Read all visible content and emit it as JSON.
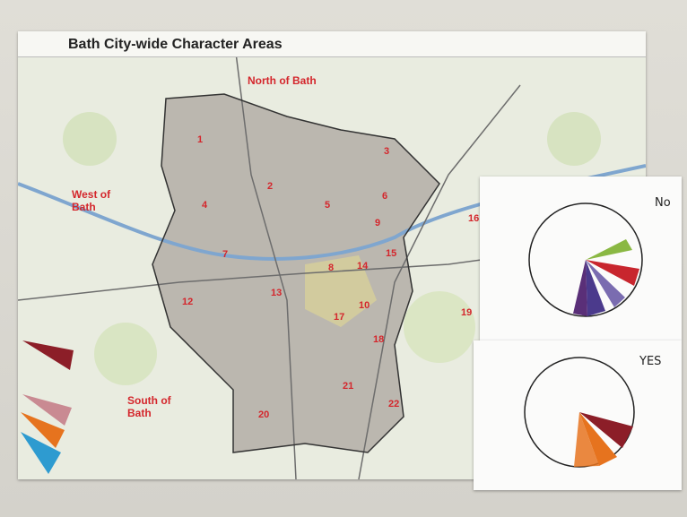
{
  "map": {
    "title": "Bath City-wide Character Areas",
    "regions": {
      "north": "North of Bath",
      "west_line1": "West of",
      "west_line2": "Bath",
      "south_line1": "South of",
      "south_line2": "Bath"
    },
    "numbers": [
      "1",
      "2",
      "3",
      "4",
      "5",
      "6",
      "7",
      "8",
      "9",
      "10",
      "12",
      "13",
      "14",
      "15",
      "16",
      "17",
      "18",
      "19",
      "20",
      "21",
      "22"
    ]
  },
  "cards": {
    "no_label": "No",
    "yes_label": "YES"
  },
  "colors": {
    "label_red": "#d4262c",
    "green_slice": "#8ab843",
    "red_slice": "#c8262e",
    "purple_slice": "#5a3c8c",
    "orange_slice": "#e6731e",
    "blue_slice": "#2e9bd0",
    "maroon_slice": "#8c1e28",
    "pink_slice": "#c98a92"
  }
}
